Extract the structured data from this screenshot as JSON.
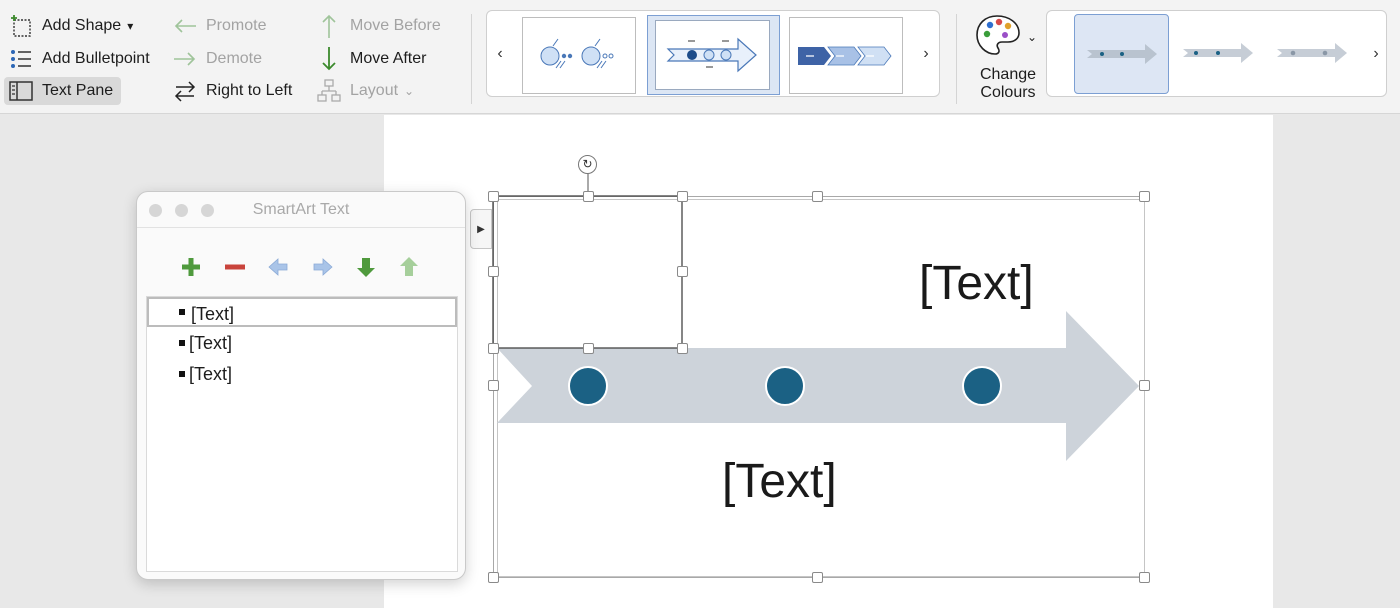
{
  "ribbon": {
    "col1": {
      "add_shape": "Add Shape",
      "add_bulletpoint": "Add Bulletpoint",
      "text_pane": "Text Pane"
    },
    "col2": {
      "promote": "Promote",
      "demote": "Demote",
      "right_to_left": "Right to Left"
    },
    "col3": {
      "move_before": "Move Before",
      "move_after": "Move After",
      "layout": "Layout"
    },
    "change_colours": "Change\nColours",
    "colours": {
      "accent": "#7c9fd3",
      "arrow_gray": "#cfd5dc",
      "dot_teal": "#1b6184",
      "plus_green": "#4f9a3d",
      "minus_red": "#c9443c"
    }
  },
  "textpane": {
    "title": "SmartArt Text",
    "items": [
      "[Text]",
      "[Text]",
      "[Text]"
    ]
  },
  "smartart": {
    "label_top": "[Text]",
    "label_bottom": "[Text]"
  }
}
